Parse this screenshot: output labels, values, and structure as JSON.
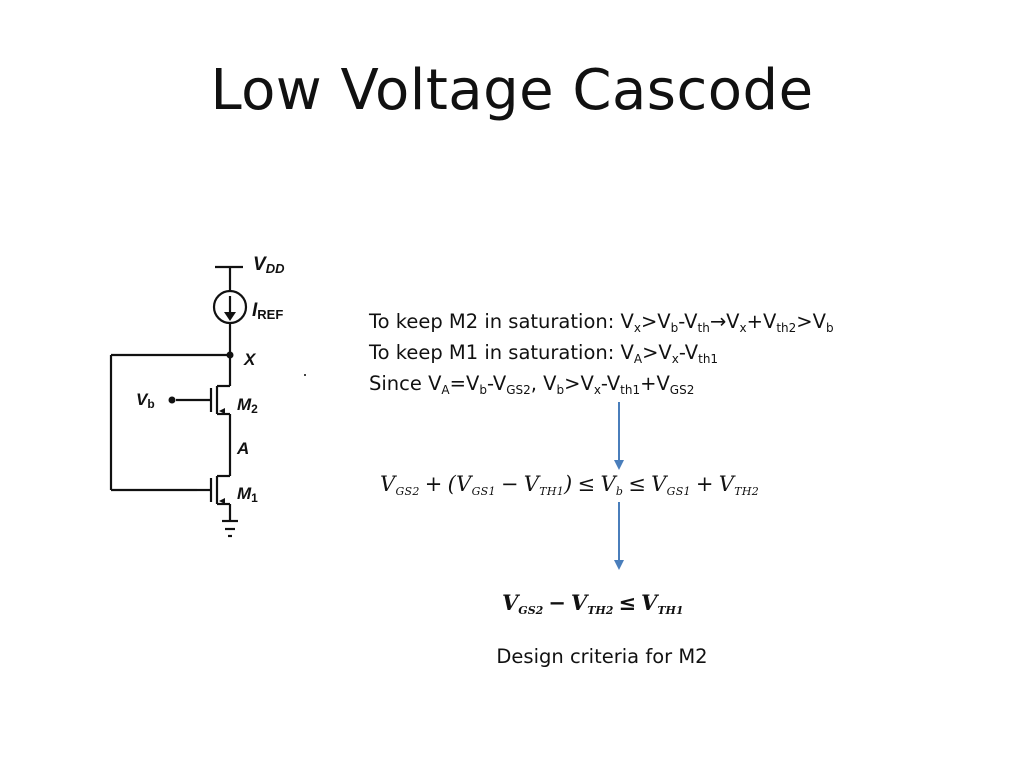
{
  "slide": {
    "title": "Low Voltage Cascode"
  },
  "circuit": {
    "vdd_label": "V",
    "vdd_sub": "DD",
    "iref_label": "I",
    "iref_sub": "REF",
    "node_x": "X",
    "node_a": "A",
    "vb_label": "V",
    "vb_sub": "b",
    "m2_label": "M",
    "m2_sub": "2",
    "m1_label": "M",
    "m1_sub": "1"
  },
  "conditions": {
    "line1_prefix": "To keep M2 in saturation:  ",
    "line2_prefix": "To keep M1 in saturation:  ",
    "line3_prefix": "Since "
  },
  "equations": {
    "criteria_caption": "Design criteria for M2"
  },
  "colors": {
    "arrow": "#4a7ebb",
    "text": "#111111"
  }
}
